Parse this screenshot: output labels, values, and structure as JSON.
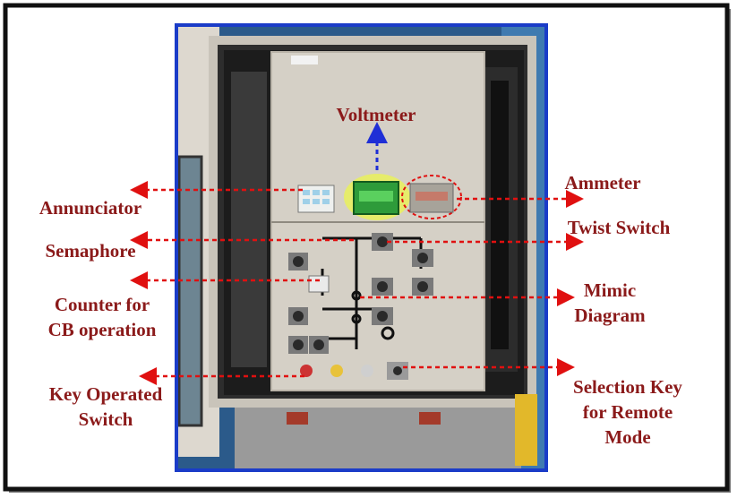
{
  "labels": {
    "voltmeter": "Voltmeter",
    "ammeter": "Ammeter",
    "annunciator": "Annunciator",
    "twist_switch": "Twist Switch",
    "semaphore": "Semaphore",
    "counter": [
      "Counter for",
      "CB operation"
    ],
    "mimic": [
      "Mimic",
      "Diagram"
    ],
    "key_operated": [
      "Key Operated",
      "Switch"
    ],
    "selection_key": [
      "Selection Key",
      "for Remote",
      "Mode"
    ]
  },
  "colors": {
    "label": "#8b1a1a",
    "arrow": "#e01010",
    "voltmeter_arrow": "#1f2fd6",
    "photo_border": "#1a3cc8"
  }
}
